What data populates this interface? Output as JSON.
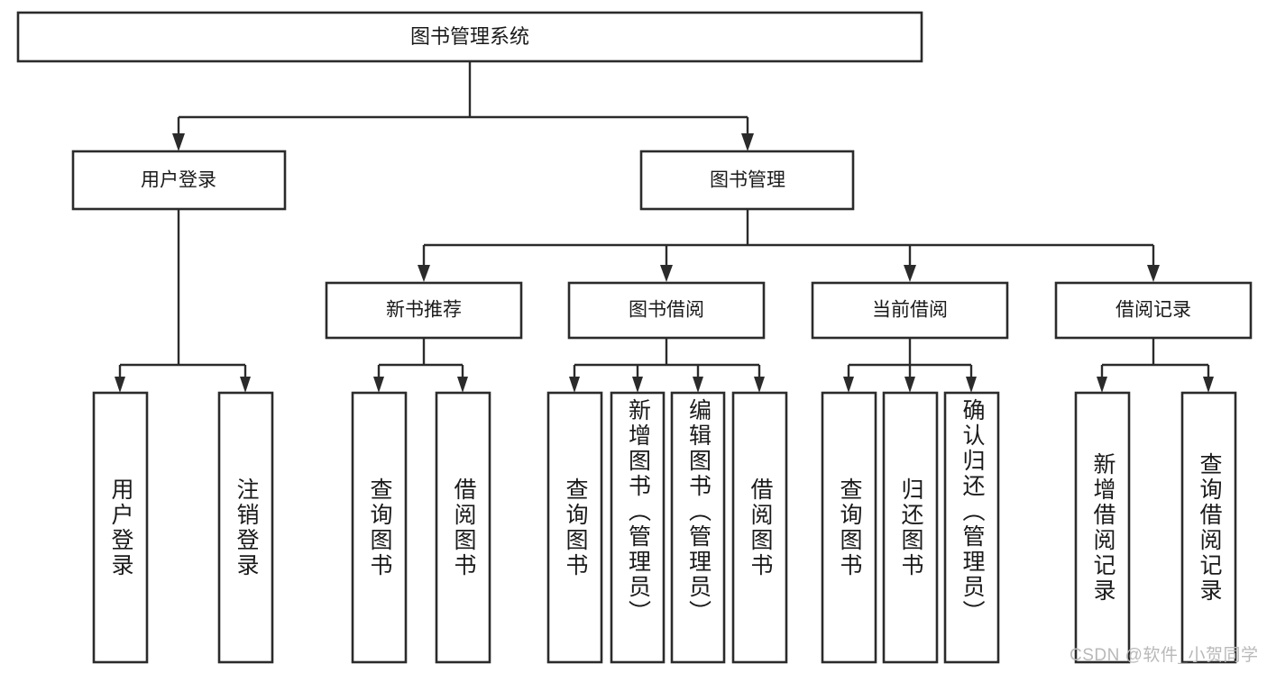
{
  "diagram": {
    "title": "图书管理系统",
    "type": "tree-hierarchy-diagram",
    "watermark": "CSDN @软件_小贺同学",
    "colors": {
      "box_fill": "#ffffff",
      "box_stroke": "#2b2b2b",
      "connector": "#2b2b2b",
      "text": "#1a1a1a",
      "watermark": "#b9b9b9",
      "background": "#ffffff"
    },
    "root": {
      "label": "图书管理系统"
    },
    "level2": [
      {
        "label": "用户登录"
      },
      {
        "label": "图书管理"
      }
    ],
    "level3": [
      {
        "label": "新书推荐"
      },
      {
        "label": "图书借阅"
      },
      {
        "label": "当前借阅"
      },
      {
        "label": "借阅记录"
      }
    ],
    "leaves": {
      "user_login": [
        {
          "label": "用户登录"
        },
        {
          "label": "注销登录"
        }
      ],
      "new_book_recommend": [
        {
          "label": "查询图书"
        },
        {
          "label": "借阅图书"
        }
      ],
      "book_borrow": [
        {
          "label": "查询图书"
        },
        {
          "label": "新增图书（管理员）"
        },
        {
          "label": "编辑图书（管理员）"
        },
        {
          "label": "借阅图书"
        }
      ],
      "current_borrow": [
        {
          "label": "查询图书"
        },
        {
          "label": "归还图书"
        },
        {
          "label": "确认归还（管理员）"
        }
      ],
      "borrow_record": [
        {
          "label": "新增借阅记录"
        },
        {
          "label": "查询借阅记录"
        }
      ]
    }
  }
}
